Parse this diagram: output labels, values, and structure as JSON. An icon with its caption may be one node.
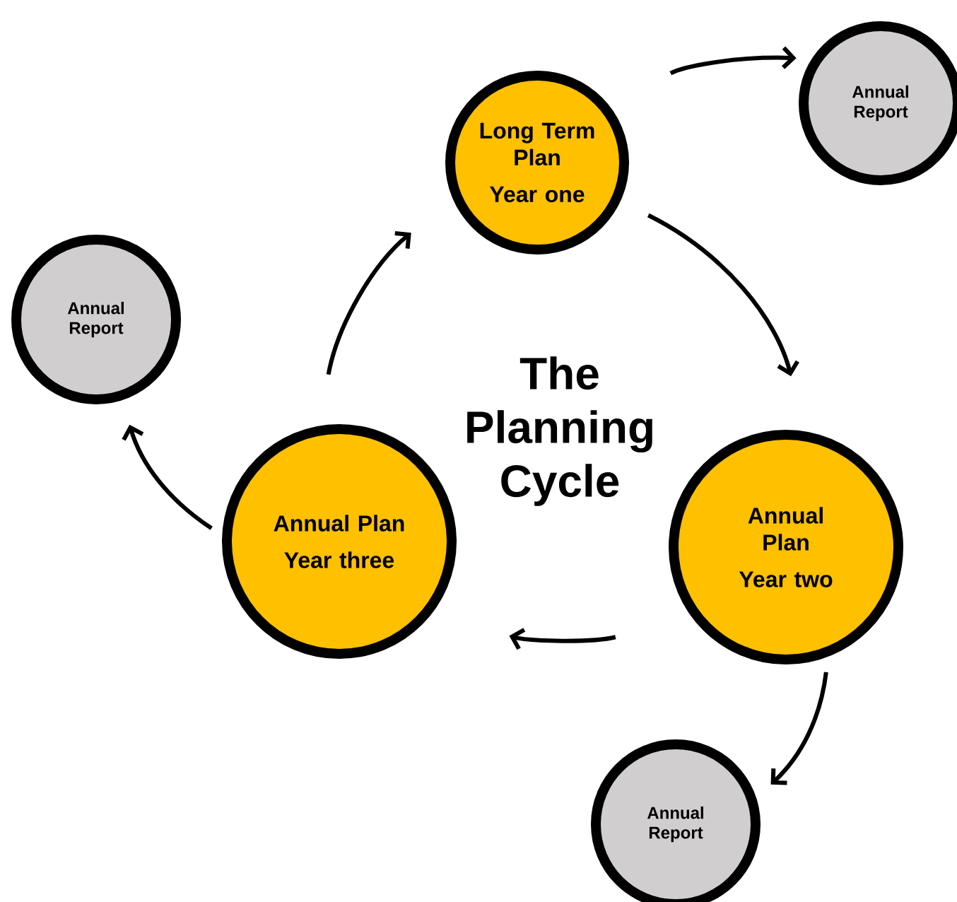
{
  "diagram": {
    "title": "The Planning Cycle",
    "nodes": [
      {
        "text": [
          "Long Term Plan",
          "Year one"
        ]
      },
      {
        "text": [
          "Annual Report"
        ]
      },
      {
        "text": [
          "Annual Report"
        ]
      },
      {
        "text": [
          "Annual Plan",
          "Year three"
        ]
      },
      {
        "text": [
          "Annual Plan",
          "Year two"
        ]
      },
      {
        "text": [
          "Annual Report"
        ]
      }
    ],
    "edges": [
      {
        "from": 0,
        "to": 1,
        "arrow": "to"
      },
      {
        "from": 0,
        "to": 4,
        "arrow": "to"
      },
      {
        "from": 4,
        "to": 3,
        "arrow": "to"
      },
      {
        "from": 3,
        "to": 0,
        "arrow": "to"
      },
      {
        "from": 3,
        "to": 2,
        "arrow": "to"
      },
      {
        "from": 4,
        "to": 5,
        "arrow": "to"
      }
    ]
  }
}
